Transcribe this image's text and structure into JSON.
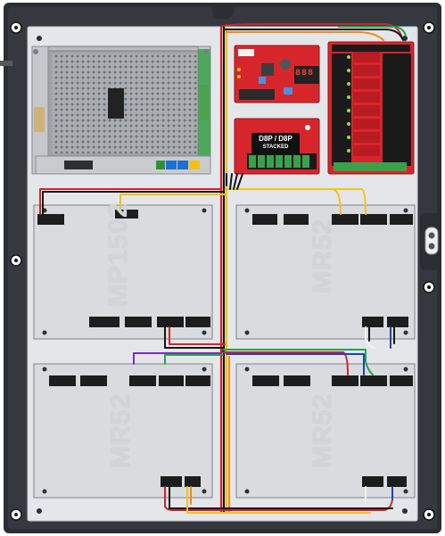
{
  "enclosure": {
    "colors": {
      "frame": "#2b2e33",
      "backplate": "#e4e6ea",
      "board_pcb": "#d9dbdf",
      "red_pcb": "#d7262b",
      "psu_body": "#b9bbbf",
      "green_pcb": "#3aa14b"
    },
    "icons": [
      "mounting-hole-icon",
      "lock-icon",
      "ground-stud-icon"
    ]
  },
  "power_supply": {
    "terminal_colors": [
      "#2f8f3a",
      "#1d6fd1",
      "#f2c21b"
    ]
  },
  "boards": {
    "top_left": {
      "model": "MP1502"
    },
    "top_right": {
      "model": "MR52"
    },
    "bottom_left": {
      "model": "MR52"
    },
    "bottom_right": {
      "model": "MR52"
    }
  },
  "stack_badge": {
    "line1": "D8P / D8P",
    "line2": "STACKED"
  },
  "relay_display": {
    "value": "888"
  },
  "wiring": {
    "colors": {
      "red": "#d1242b",
      "black": "#151515",
      "yellow": "#f0c419",
      "orange": "#f08a1b",
      "green": "#1fa84a",
      "blue": "#1f3fc9",
      "purple": "#7a2fb8",
      "white": "#f4f4f4"
    }
  }
}
